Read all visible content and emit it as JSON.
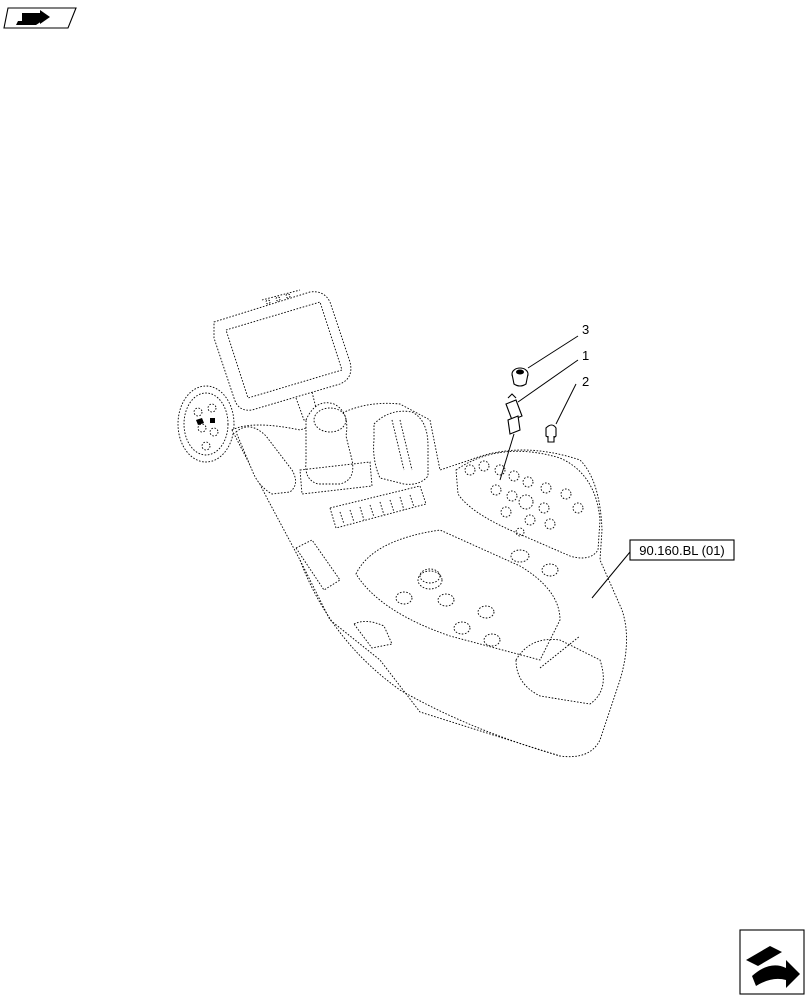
{
  "callouts": {
    "item1": "1",
    "item2": "2",
    "item3": "3"
  },
  "reference": "90.160.BL (01)",
  "icons": {
    "top_left": "nav-back-arrow-icon",
    "bottom_right": "nav-next-arrow-icon"
  }
}
